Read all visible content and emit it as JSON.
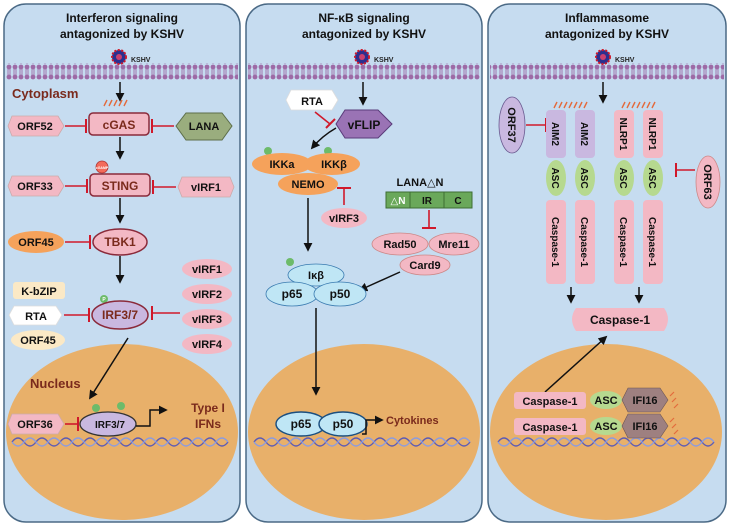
{
  "colors": {
    "panel_fill": "#c6dcf0",
    "panel_stroke": "#4b6a86",
    "membrane": "#9d6aa6",
    "nucleus": "#e8b06a",
    "inhibit": "#d0192b",
    "virus": "#2b2f8f",
    "pink": "#f3b8c4",
    "orange": "#f5a25b",
    "green": "#b6d98f",
    "cream": "#fbe9c6",
    "lavender": "#c9b8e0",
    "cyan": "#bfe6f5",
    "maroon": "#7a2a1c"
  },
  "panels": [
    {
      "title_line1": "Interferon signaling",
      "title_line2": "antagonized by KSHV"
    },
    {
      "title_line1": "NF-κB signaling",
      "title_line2": "antagonized by KSHV"
    },
    {
      "title_line1": "Inflammasome",
      "title_line2": "antagonized by KSHV"
    }
  ],
  "virus_label": "KSHV",
  "p1": {
    "cytoplasm": "Cytoplasm",
    "nucleus": "Nucleus",
    "orf52": "ORF52",
    "cgas": "cGAS",
    "lana": "LANA",
    "orf33": "ORF33",
    "sting": "STING",
    "viral_left_label": "cGAMP",
    "virf1_a": "vIRF1",
    "orf45_a": "ORF45",
    "tbk1": "TBK1",
    "kbzip": "K-bZIP",
    "rta": "RTA",
    "orf45_b": "ORF45",
    "irf37": "IRF3/7",
    "virf1_b": "vIRF1",
    "virf2": "vIRF2",
    "virf3": "vIRF3",
    "virf4": "vIRF4",
    "orf36": "ORF36",
    "irf37_nuc": "IRF3/7",
    "type1_line1": "Type I",
    "type1_line2": "IFNs",
    "p_label": "P"
  },
  "p2": {
    "rta": "RTA",
    "vflip": "vFLIP",
    "ikka": "IKKa",
    "ikkb": "IKKβ",
    "nemo": "NEMO",
    "virf3": "vIRF3",
    "lana_title": "LANA△N",
    "seg1": "△N",
    "seg2": "IR",
    "seg3": "C",
    "rad50": "Rad50",
    "mre11": "Mre11",
    "card9": "Card9",
    "ikb": "Iκβ",
    "p65": "p65",
    "p50": "p50",
    "p65_nuc": "p65",
    "p50_nuc": "p50",
    "cytokines": "Cytokines"
  },
  "p3": {
    "orf37": "ORF37",
    "orf63": "ORF63",
    "aim2": "AIM2",
    "nlrp1": "NLRP1",
    "asc": "ASC",
    "caspase1": "Caspase-1",
    "caspase1_center": "Caspase-1",
    "ifi16": "IFI16"
  }
}
